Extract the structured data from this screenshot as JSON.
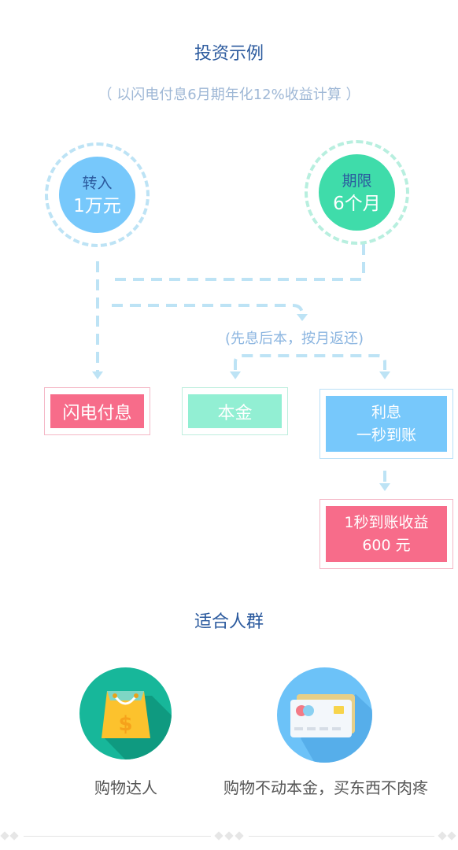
{
  "header": {
    "title": "投资示例",
    "subtitle": "（ 以闪电付息6月期年化12%收益计算 ）"
  },
  "flow": {
    "deposit": {
      "label": "转入",
      "amount": "1万元"
    },
    "term": {
      "label": "期限",
      "amount": "6个月"
    },
    "note": "(先息后本，按月返还)",
    "flash_interest": "闪电付息",
    "principal": "本金",
    "interest": {
      "line1": "利息",
      "line2": "一秒到账"
    },
    "earnings": {
      "line1": "1秒到账收益",
      "line2": "600 元"
    }
  },
  "audience": {
    "title": "适合人群",
    "items": [
      {
        "label": "购物达人",
        "icon": "shopping-bag-icon"
      },
      {
        "label": "购物不动本金，买东西不肉疼",
        "icon": "credit-card-icon"
      }
    ]
  },
  "colors": {
    "title_blue": "#2b5a9e",
    "circle_blue": "#77c8fb",
    "circle_green": "#3fdcaa",
    "pink": "#f76c8a",
    "mint": "#92efd3",
    "teal": "#17b79a"
  }
}
